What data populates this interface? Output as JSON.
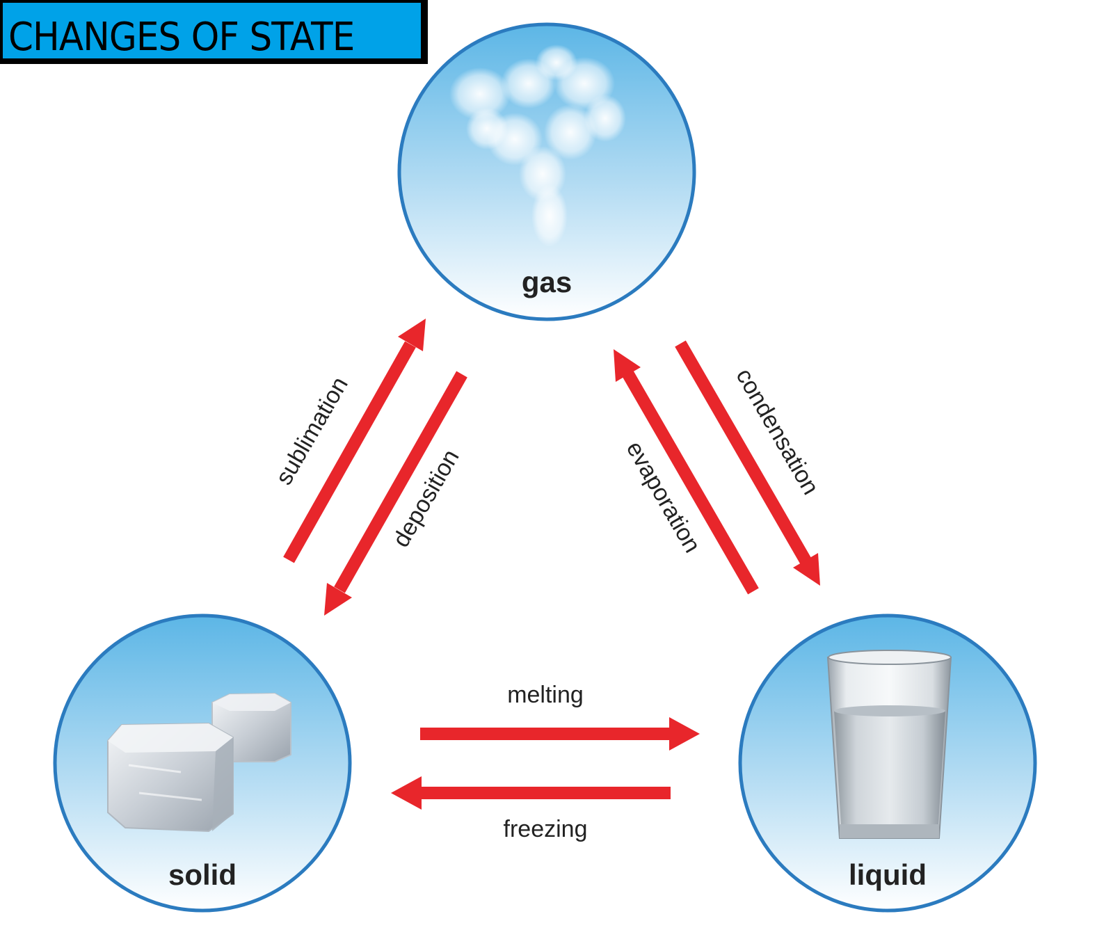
{
  "title": "CHANGES OF STATE",
  "colors": {
    "arrow": "#e8262b",
    "circle_border": "#2b7bbf",
    "circle_top": "#5cb6e6",
    "circle_bottom": "#ffffff",
    "title_bg": "#00a2e8"
  },
  "states": {
    "gas": "gas",
    "solid": "solid",
    "liquid": "liquid"
  },
  "processes": {
    "sublimation": "sublimation",
    "deposition": "deposition",
    "evaporation": "evaporation",
    "condensation": "condensation",
    "melting": "melting",
    "freezing": "freezing"
  },
  "icons": [
    "steam-cloud-icon",
    "ice-cubes-icon",
    "water-glass-icon"
  ]
}
